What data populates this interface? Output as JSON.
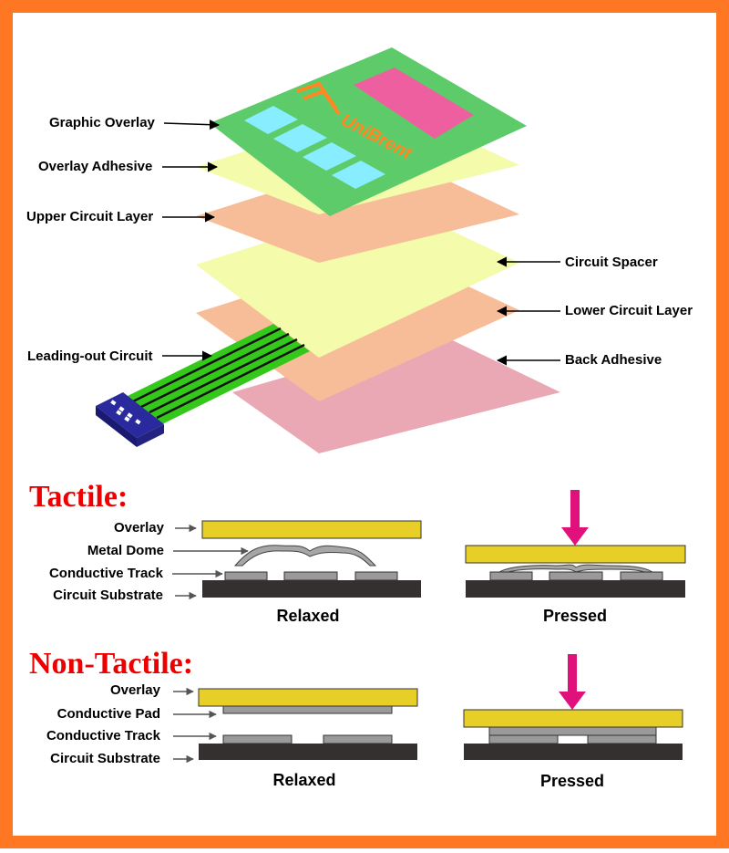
{
  "colors": {
    "frame": "#ff7722",
    "graphic_overlay": "#5ecb6a",
    "window": "#88eeff",
    "display": "#ee5fa0",
    "logo": "#ff8822",
    "adhesive": "#f4fbaa",
    "circuit": "#f7bd98",
    "back_adhesive": "#eaa8b4",
    "tail": "#33c81a",
    "connector": "#2a2a9e",
    "overlay_bar": "#e8cf28",
    "substrate": "#353030",
    "track": "#9a9a9a",
    "arrow": "#e0117a",
    "heading": "#ee0000"
  },
  "exploded": {
    "logo_text": "UniBrent",
    "labels": {
      "graphic_overlay": "Graphic Overlay",
      "overlay_adhesive": "Overlay Adhesive",
      "upper_circuit": "Upper Circuit Layer",
      "leading_out": "Leading-out Circuit",
      "circuit_spacer": "Circuit Spacer",
      "lower_circuit": "Lower Circuit Layer",
      "back_adhesive": "Back Adhesive"
    }
  },
  "tactile": {
    "heading": "Tactile:",
    "labels": {
      "overlay": "Overlay",
      "metal_dome": "Metal Dome",
      "conductive_track": "Conductive Track",
      "circuit_substrate": "Circuit Substrate"
    },
    "relaxed": "Relaxed",
    "pressed": "Pressed"
  },
  "non_tactile": {
    "heading": "Non-Tactile:",
    "labels": {
      "overlay": "Overlay",
      "conductive_pad": "Conductive Pad",
      "conductive_track": "Conductive Track",
      "circuit_substrate": "Circuit Substrate"
    },
    "relaxed": "Relaxed",
    "pressed": "Pressed"
  }
}
